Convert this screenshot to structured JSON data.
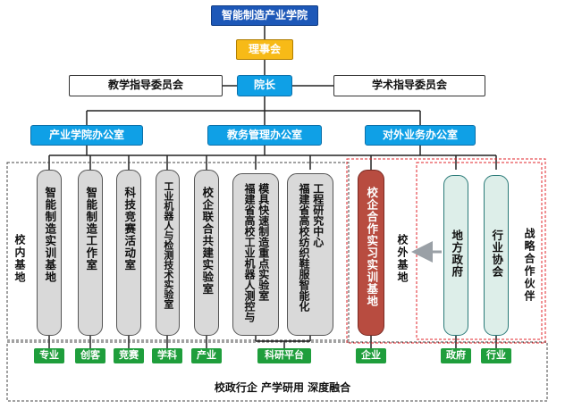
{
  "top": {
    "academy": "智能制造产业学院",
    "council": "理事会",
    "president": "院长",
    "teaching_committee": "教学指导委员会",
    "academic_committee": "学术指导委员会"
  },
  "offices": [
    "产业学院办公室",
    "教务管理办公室",
    "对外业务办公室"
  ],
  "campus_label": "校内基地",
  "offcampus_label": "校外基地",
  "partner_label": "战略合作伙伴",
  "campus_units": [
    {
      "cols": [
        "智能制造实训基地"
      ]
    },
    {
      "cols": [
        "智能制造工作室"
      ]
    },
    {
      "cols": [
        "科技竞赛活动室"
      ]
    },
    {
      "cols": [
        "工业机器人与检测技术实验室"
      ]
    },
    {
      "cols": [
        "校企联合共建实验室"
      ]
    },
    {
      "cols": [
        "模具快速制造重点实验室",
        "福建省高校工业机器人测控与"
      ]
    },
    {
      "cols": [
        "工程研究中心",
        "福建省高校纺织鞋服智能化"
      ]
    }
  ],
  "offcampus_unit": "校企合作实习实训基地",
  "partners": [
    "地方政府",
    "行业协会"
  ],
  "tags": [
    "专业",
    "创客",
    "竞赛",
    "学科",
    "产业",
    "科研平台",
    "企业",
    "政府",
    "行业"
  ],
  "footer": "校政行企 产学研用 深度融合",
  "colors": {
    "navy": "#1d58b8",
    "blue": "#0fa0e6",
    "gold": "#f7ba17",
    "grey": "#d9d9d9",
    "red": "#b84c40",
    "mint": "#ddeee9",
    "green": "#1f9e3c"
  }
}
